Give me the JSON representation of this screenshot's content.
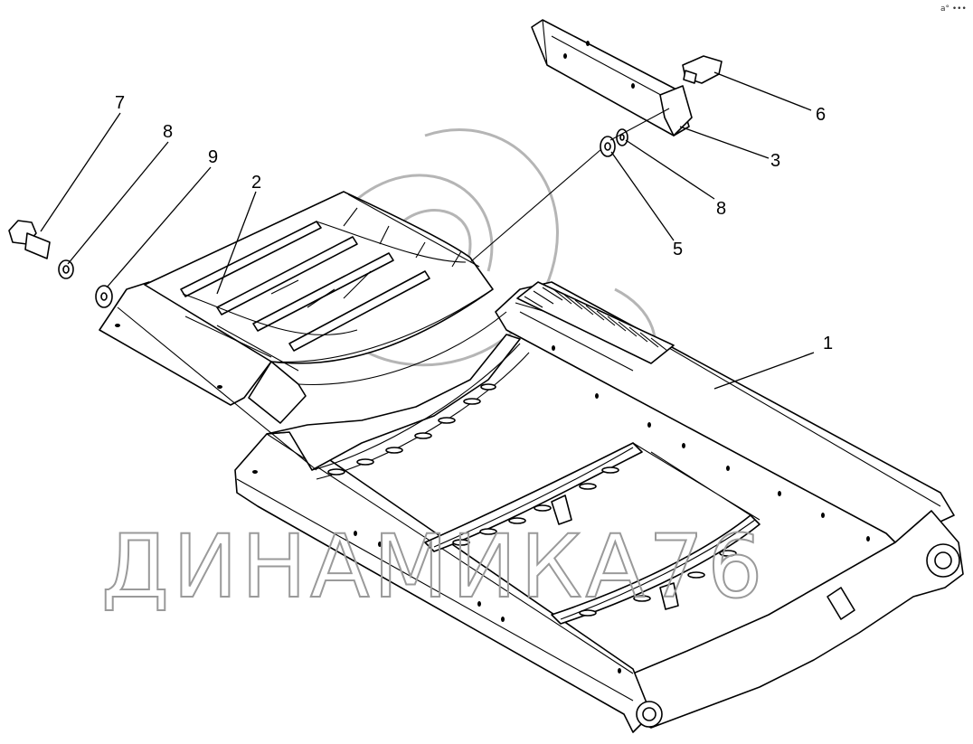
{
  "corner_mark": "a° •••",
  "watermark": {
    "text": "ДИНАМИКА76"
  },
  "callouts": [
    {
      "id": "1",
      "label": "1"
    },
    {
      "id": "2",
      "label": "2"
    },
    {
      "id": "3",
      "label": "3"
    },
    {
      "id": "5",
      "label": "5"
    },
    {
      "id": "6",
      "label": "6"
    },
    {
      "id": "7",
      "label": "7"
    },
    {
      "id": "8a",
      "label": "8"
    },
    {
      "id": "8b",
      "label": "8"
    },
    {
      "id": "9",
      "label": "9"
    }
  ]
}
